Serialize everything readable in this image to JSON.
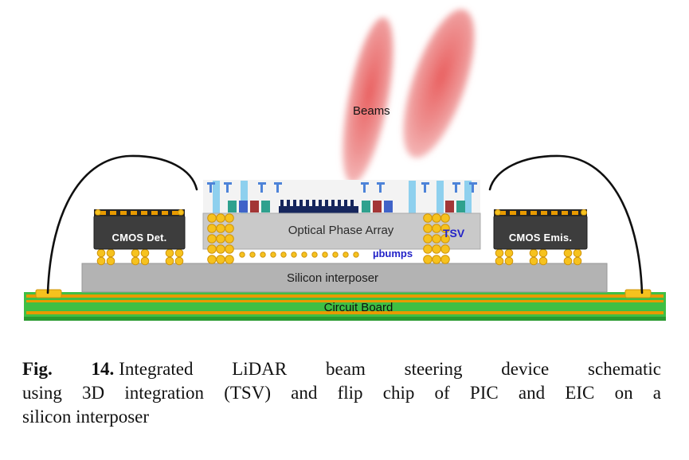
{
  "diagram": {
    "labels": {
      "beams": "Beams",
      "optical_phase_array": "Optical Phase Array",
      "tsv": "TSV",
      "ubumps": "µbumps",
      "silicon_interposer": "Silicon interposer",
      "circuit_board": "Circuit Board",
      "cmos_det": "CMOS Det.",
      "cmos_emis": "CMOS Emis."
    },
    "colors": {
      "beam_core": "#e96060",
      "beam_mid": "#ee9292",
      "beam_edge": "#f8caca",
      "board_green": "#3fbf44",
      "board_edge_green": "#2a9a30",
      "trace_orange": "#e89a00",
      "interposer_gray": "#b3b3b3",
      "pic_gray": "#c9c9c9",
      "waveguide_bg": "#f3f3f3",
      "chip_dark": "#3d3d3d",
      "bump_yellow": "#f6c21e",
      "bump_stroke": "#cf940c",
      "label_blue": "#2323c8",
      "waveguide_blue": "#8ed0ee",
      "grating_navy": "#16265c",
      "block_teal": "#2fa18e",
      "block_blue": "#3f63c8",
      "block_red": "#a33636",
      "glyph_blue": "#4d83d8",
      "wire_black": "#101010"
    }
  },
  "caption": {
    "tag": "Fig. 14.",
    "lines": [
      "Integrated LiDAR beam steering device schematic",
      "using 3D integration (TSV) and flip chip of PIC and EIC on a",
      "silicon interposer"
    ]
  }
}
